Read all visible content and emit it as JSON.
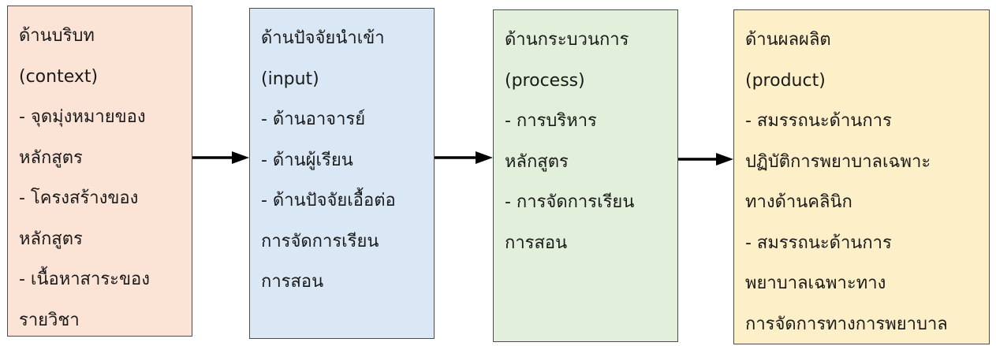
{
  "colors": {
    "context_fill": "#fbe3d6",
    "input_fill": "#dae8f6",
    "process_fill": "#e2efda",
    "product_fill": "#fdf0c8",
    "border": "#4d4d4d",
    "arrow": "#000000"
  },
  "boxes": [
    {
      "id": "context",
      "lines": [
        "ด้านบริบท",
        "(context)",
        "- จุดมุ่งหมายของ",
        "หลักสูตร",
        "- โครงสร้างของ",
        "หลักสูตร",
        "- เนื้อหาสาระของ",
        "รายวิชา"
      ]
    },
    {
      "id": "input",
      "lines": [
        "ด้านปัจจัยนำเข้า",
        "(input)",
        "- ด้านอาจารย์",
        "- ด้านผู้เรียน",
        "- ด้านปัจจัยเอื้อต่อ",
        "การจัดการเรียน",
        "การสอน"
      ]
    },
    {
      "id": "process",
      "lines": [
        "ด้านกระบวนการ",
        "(process)",
        "- การบริหาร",
        "หลักสูตร",
        "- การจัดการเรียน",
        "การสอน"
      ]
    },
    {
      "id": "product",
      "lines": [
        "ด้านผลผลิต",
        "(product)",
        "- สมรรถนะด้านการ",
        "ปฏิบัติการพยาบาลเฉพาะ",
        "ทางด้านคลินิก",
        "- สมรรถนะด้านการ",
        "พยาบาลเฉพาะทาง",
        "การจัดการทางการพยาบาล"
      ]
    }
  ]
}
